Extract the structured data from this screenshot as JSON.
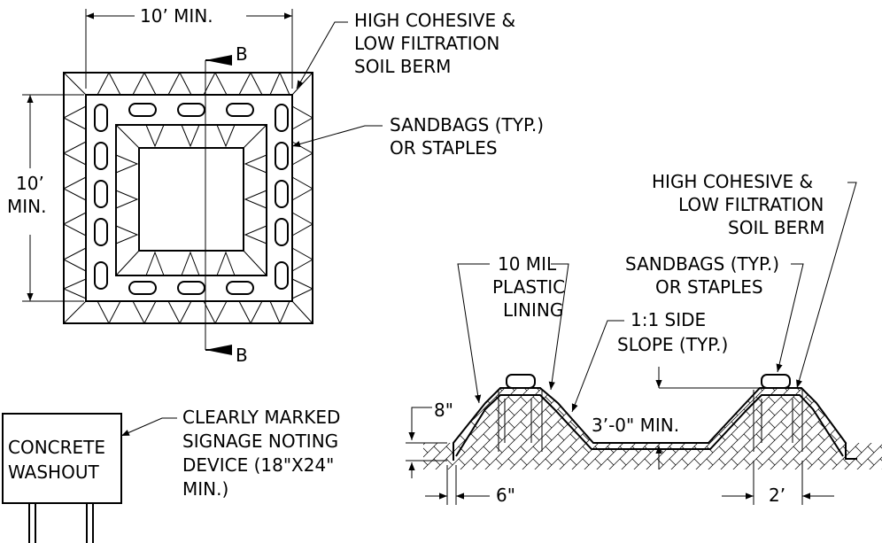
{
  "plan": {
    "top_dim": "10’ MIN.",
    "left_dim_line1": "10’",
    "left_dim_line2": "MIN.",
    "section_mark_top": "B",
    "section_mark_bottom": "B",
    "berm_line1": "HIGH COHESIVE &",
    "berm_line2": "LOW FILTRATION",
    "berm_line3": "SOIL BERM",
    "sandbag_line1": "SANDBAGS (TYP.)",
    "sandbag_line2": "OR STAPLES"
  },
  "section": {
    "berm_line1": "HIGH COHESIVE &",
    "berm_line2": "LOW FILTRATION",
    "berm_line3": "SOIL BERM",
    "lining_line1": "10 MIL",
    "lining_line2": "PLASTIC",
    "lining_line3": "LINING",
    "sandbag_line1": "SANDBAGS (TYP.)",
    "sandbag_line2": "OR STAPLES",
    "slope_line1": "1:1 SIDE",
    "slope_line2": "SLOPE (TYP.)",
    "dim_height": "8\"",
    "dim_bottom": "3’-0\" MIN.",
    "dim_6": "6\"",
    "dim_2": "2’"
  },
  "sign": {
    "line1": "CONCRETE",
    "line2": "WASHOUT",
    "note_line1": "CLEARLY MARKED",
    "note_line2": "SIGNAGE NOTING",
    "note_line3": "DEVICE (18\"X24\"",
    "note_line4": "MIN.)"
  }
}
